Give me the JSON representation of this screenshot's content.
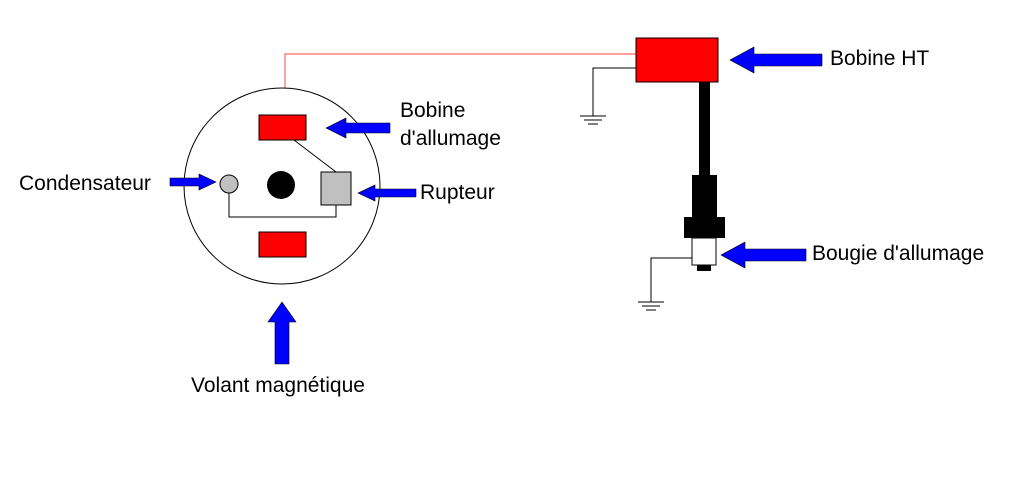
{
  "labels": {
    "bobine_ht": "Bobine HT",
    "bobine_allumage_line1": "Bobine",
    "bobine_allumage_line2": "d'allumage",
    "condensateur": "Condensateur",
    "rupteur": "Rupteur",
    "bougie": "Bougie d'allumage",
    "volant": "Volant magnétique"
  },
  "colors": {
    "coil_red": "#ff0000",
    "arrow_blue": "#0000ff",
    "wire_red": "#ff6666",
    "breaker_gray": "#c0c0c0",
    "cable_black": "#000000"
  }
}
